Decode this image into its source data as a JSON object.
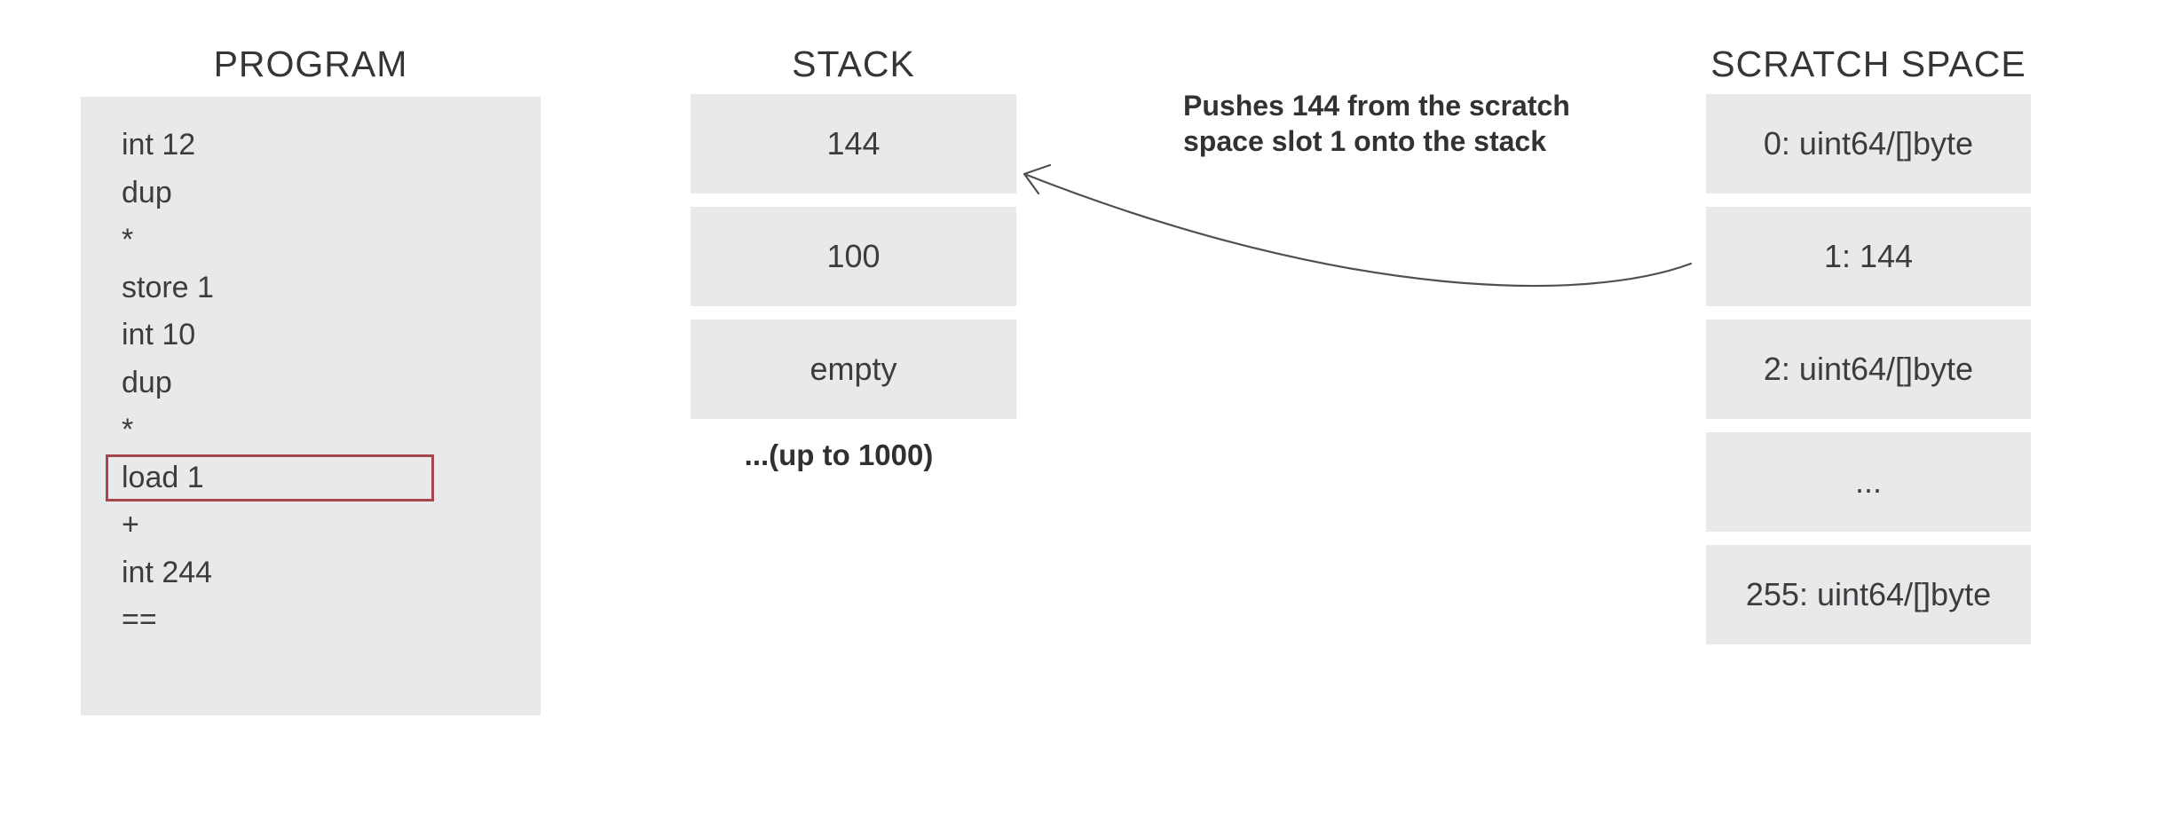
{
  "program": {
    "title": "PROGRAM",
    "instructions": [
      "int 12",
      "dup",
      "*",
      "store 1",
      "int 10",
      "dup",
      "*",
      "load 1",
      "+",
      "int 244",
      "=="
    ],
    "highlighted_instruction": "load 1"
  },
  "stack": {
    "title": "STACK",
    "slots": [
      "144",
      "100",
      "empty"
    ],
    "caption": "...(up to 1000)"
  },
  "scratch": {
    "title": "SCRATCH SPACE",
    "slots": [
      "0: uint64/[]byte",
      "1: 144",
      "2: uint64/[]byte",
      "...",
      "255: uint64/[]byte"
    ]
  },
  "annotation": {
    "line1": "Pushes 144 from the scratch",
    "line2": "space slot 1 onto the stack"
  },
  "colors": {
    "slot_fill": "#e8e9eb",
    "highlight_border": "#a4464b",
    "arrow": "#4f5052",
    "text": "#3b3c3e"
  }
}
